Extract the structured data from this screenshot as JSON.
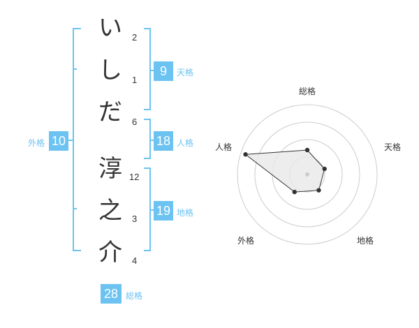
{
  "name": {
    "chars": [
      "い",
      "し",
      "だ",
      "淳",
      "之",
      "介"
    ],
    "strokes": [
      "2",
      "1",
      "6",
      "12",
      "3",
      "4"
    ]
  },
  "kakusu": {
    "tenkaku": {
      "value": "9",
      "label": "天格"
    },
    "jinkaku": {
      "value": "18",
      "label": "人格"
    },
    "chikaku": {
      "value": "19",
      "label": "地格"
    },
    "gaikaku": {
      "value": "10",
      "label": "外格"
    },
    "soukaku": {
      "value": "28",
      "label": "総格"
    }
  },
  "radar": {
    "labels": [
      "総格",
      "天格",
      "地格",
      "外格",
      "人格"
    ],
    "values": [
      0.35,
      0.26,
      0.28,
      0.31,
      0.93
    ],
    "rings": 4,
    "colors": {
      "grid": "#cccccc",
      "fill": "#e8e8e8",
      "line": "#333333",
      "point": "#333333"
    }
  },
  "colors": {
    "accent": "#6cc3f2"
  }
}
